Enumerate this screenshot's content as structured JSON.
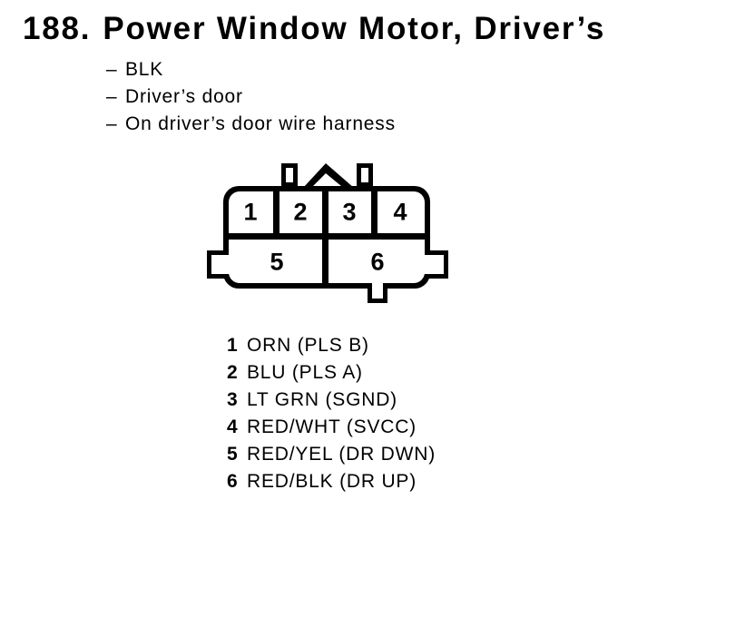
{
  "title": {
    "number": "188.",
    "text": "Power Window Motor, Driver’s"
  },
  "details": [
    {
      "dash": "–",
      "text": "BLK"
    },
    {
      "dash": "–",
      "text": "Driver’s door"
    },
    {
      "dash": "–",
      "text": "On driver’s door wire harness"
    }
  ],
  "connector": {
    "description": "6-cavity connector, front view",
    "top_pins": [
      "1",
      "2",
      "3",
      "4"
    ],
    "bottom_pins": [
      "5",
      "6"
    ],
    "outline_color": "#000000",
    "fill_color": "#ffffff"
  },
  "pin_legend": [
    {
      "pin": "1",
      "label": "ORN (PLS B)"
    },
    {
      "pin": "2",
      "label": "BLU (PLS A)"
    },
    {
      "pin": "3",
      "label": "LT GRN (SGND)"
    },
    {
      "pin": "4",
      "label": "RED/WHT (SVCC)"
    },
    {
      "pin": "5",
      "label": "RED/YEL (DR DWN)"
    },
    {
      "pin": "6",
      "label": "RED/BLK (DR UP)"
    }
  ]
}
